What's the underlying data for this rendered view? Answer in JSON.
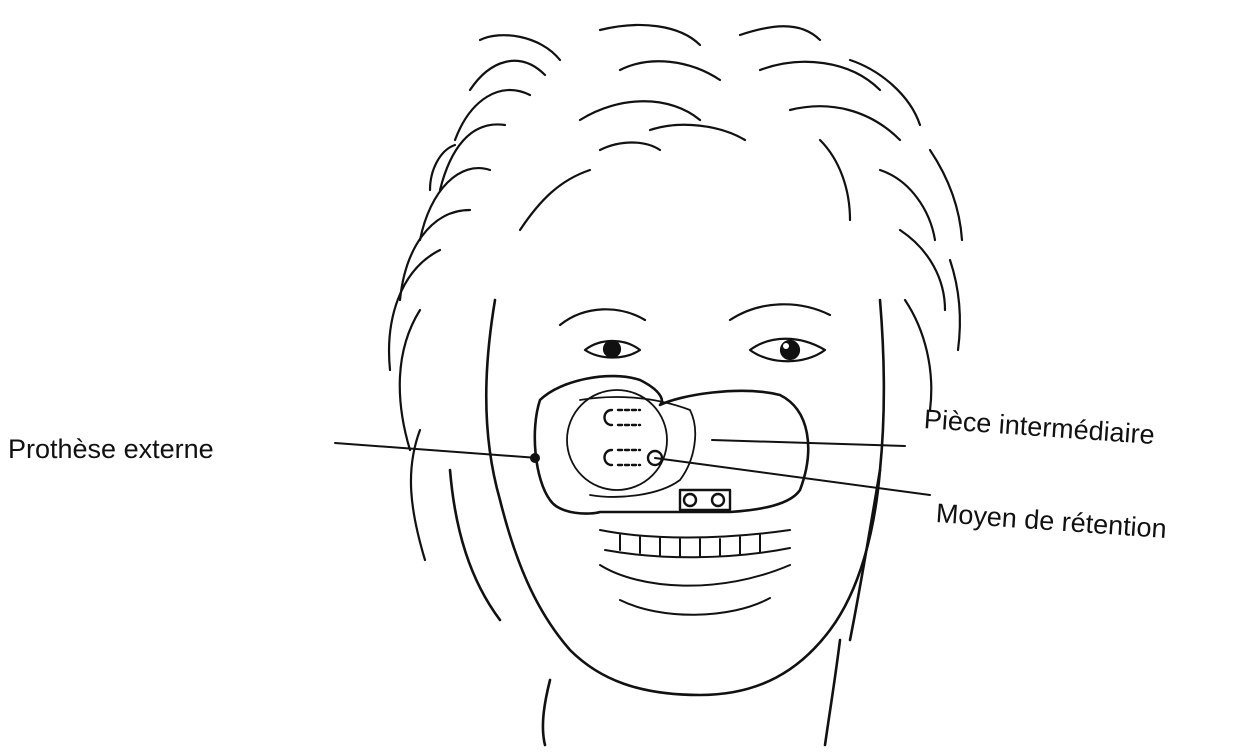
{
  "labels": {
    "prothese_externe": "Prothèse externe",
    "piece_intermediaire": "Pièce intermédiaire",
    "moyen_de_retention": "Moyen de rétention"
  },
  "colors": {
    "ink": "#111111",
    "background": "#ffffff"
  }
}
